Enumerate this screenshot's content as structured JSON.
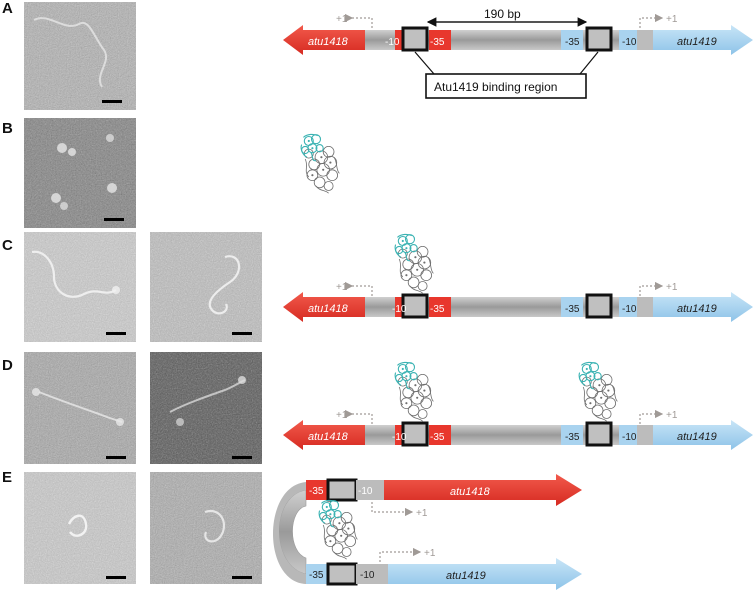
{
  "panels": [
    {
      "letter": "A"
    },
    {
      "letter": "B"
    },
    {
      "letter": "C"
    },
    {
      "letter": "D"
    },
    {
      "letter": "E"
    }
  ],
  "labels": {
    "distance": "190 bp",
    "binding_region": "Atu1419 binding region",
    "gene_left": "atu1418",
    "gene_right": "atu1419",
    "minus10": "-10",
    "minus35": "-35",
    "tss": "+1"
  },
  "colors": {
    "red_gene": "#e8372d",
    "blue_gene": "#a9d3ef",
    "spacer_gray": "#a8a8a8",
    "protein_cyan": "#3bb3b3",
    "tss_arrow": "#a09a96"
  }
}
